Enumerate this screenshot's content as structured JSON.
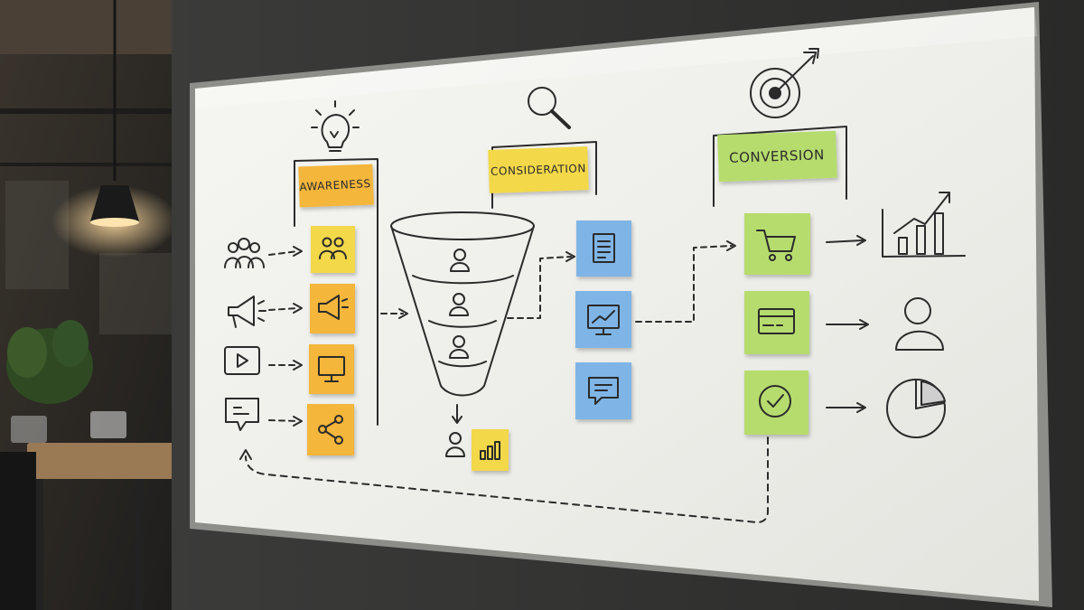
{
  "stages": [
    {
      "label": "AWARENESS"
    },
    {
      "label": "CONSIDERATION"
    },
    {
      "label": "CONVERSION"
    }
  ],
  "icons": {
    "stage_headers": [
      "lightbulb-icon",
      "magnifier-icon",
      "target-arrow-icon"
    ],
    "awareness_sources": [
      "people-group-icon",
      "megaphone-icon",
      "video-play-icon",
      "chat-bubble-icon"
    ],
    "awareness_notes": [
      "people-group-icon",
      "megaphone-icon",
      "monitor-icon",
      "share-icon"
    ],
    "funnel_levels": [
      "person-icon",
      "person-icon",
      "person-icon"
    ],
    "funnel_output": [
      "person-icon",
      "bar-chart-icon"
    ],
    "consideration_notes": [
      "document-icon",
      "analytics-monitor-icon",
      "message-icon"
    ],
    "conversion_notes": [
      "shopping-cart-icon",
      "credit-card-icon",
      "check-circle-icon"
    ],
    "outcomes": [
      "growth-chart-icon",
      "customer-person-icon",
      "pie-chart-icon"
    ]
  },
  "colors": {
    "note_orange": "#f4b63a",
    "note_yellow": "#f3d84a",
    "note_blue": "#7fb5e6",
    "note_green": "#b6dc6e",
    "ink": "#2b2b2b",
    "board": "#f1f1ee"
  }
}
